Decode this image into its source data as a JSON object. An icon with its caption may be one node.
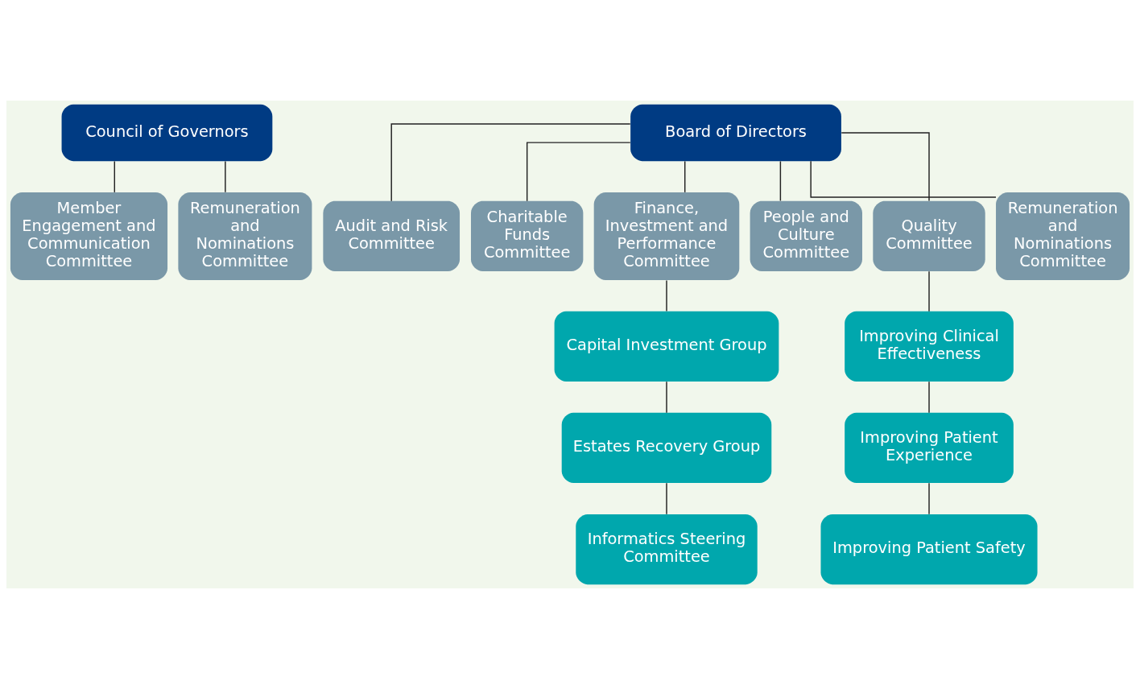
{
  "diagram": {
    "nodes": [
      {
        "text": [
          "Council of Governors"
        ]
      },
      {
        "text": [
          "Board of Directors"
        ]
      },
      {
        "text": [
          "Member Engagement and Communication Committee"
        ]
      },
      {
        "text": [
          "Remuneration and Nominations Committee"
        ]
      },
      {
        "text": [
          "Audit and Risk Committee"
        ]
      },
      {
        "text": [
          "Charitable Funds Committee"
        ]
      },
      {
        "text": [
          "Finance, Investment and Performance Committee"
        ]
      },
      {
        "text": [
          "People and Culture Committee"
        ]
      },
      {
        "text": [
          "Quality Committee"
        ]
      },
      {
        "text": [
          "Remuneration and Nominations Committee"
        ]
      },
      {
        "text": [
          "Capital Investment Group"
        ]
      },
      {
        "text": [
          "Estates Recovery Group"
        ]
      },
      {
        "text": [
          "Informatics Steering Committee"
        ]
      },
      {
        "text": [
          "Improving Clinical Effectiveness"
        ]
      },
      {
        "text": [
          "Improving Patient Experience"
        ]
      },
      {
        "text": [
          "Improving Patient Safety"
        ]
      }
    ],
    "edges": [
      {
        "from": 0,
        "to": 2,
        "arrow": "none"
      },
      {
        "from": 0,
        "to": 3,
        "arrow": "none"
      },
      {
        "from": 1,
        "to": 4,
        "arrow": "none"
      },
      {
        "from": 1,
        "to": 5,
        "arrow": "none"
      },
      {
        "from": 1,
        "to": 6,
        "arrow": "none"
      },
      {
        "from": 1,
        "to": 7,
        "arrow": "none"
      },
      {
        "from": 1,
        "to": 8,
        "arrow": "none"
      },
      {
        "from": 1,
        "to": 9,
        "arrow": "none"
      },
      {
        "from": 6,
        "to": 10,
        "arrow": "none"
      },
      {
        "from": 10,
        "to": 11,
        "arrow": "none"
      },
      {
        "from": 11,
        "to": 12,
        "arrow": "none"
      },
      {
        "from": 8,
        "to": 13,
        "arrow": "none"
      },
      {
        "from": 13,
        "to": 14,
        "arrow": "none"
      },
      {
        "from": 14,
        "to": 15,
        "arrow": "none"
      }
    ]
  }
}
